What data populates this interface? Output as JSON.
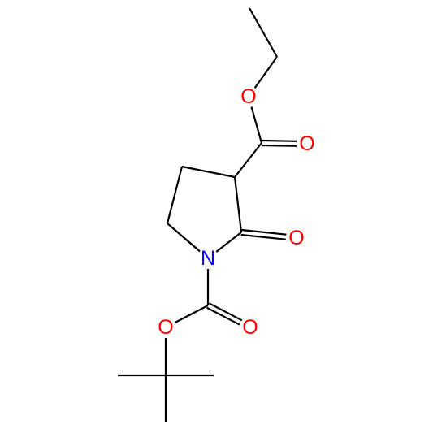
{
  "molecule": {
    "atoms": [
      {
        "id": "ethyl_ch3",
        "element": "C",
        "label": ""
      },
      {
        "id": "ethyl_ch2",
        "element": "C",
        "label": ""
      },
      {
        "id": "ester_o",
        "element": "O",
        "label": "O"
      },
      {
        "id": "ester_c",
        "element": "C",
        "label": ""
      },
      {
        "id": "ester_carbonyl_o",
        "element": "O",
        "label": "O"
      },
      {
        "id": "ring_c3",
        "element": "C",
        "label": ""
      },
      {
        "id": "ring_c4",
        "element": "C",
        "label": ""
      },
      {
        "id": "ring_c5",
        "element": "C",
        "label": ""
      },
      {
        "id": "ring_n",
        "element": "N",
        "label": "N"
      },
      {
        "id": "ring_c2",
        "element": "C",
        "label": ""
      },
      {
        "id": "lactam_o",
        "element": "O",
        "label": "O"
      },
      {
        "id": "boc_c",
        "element": "C",
        "label": ""
      },
      {
        "id": "boc_carbonyl_o",
        "element": "O",
        "label": "O"
      },
      {
        "id": "boc_o",
        "element": "O",
        "label": "O"
      },
      {
        "id": "tbu_c",
        "element": "C",
        "label": ""
      },
      {
        "id": "tbu_me1",
        "element": "C",
        "label": ""
      },
      {
        "id": "tbu_me2",
        "element": "C",
        "label": ""
      },
      {
        "id": "tbu_me3",
        "element": "C",
        "label": ""
      }
    ],
    "bonds": [
      {
        "from": "ethyl_ch3",
        "to": "ethyl_ch2",
        "order": 1
      },
      {
        "from": "ethyl_ch2",
        "to": "ester_o",
        "order": 1
      },
      {
        "from": "ester_o",
        "to": "ester_c",
        "order": 1
      },
      {
        "from": "ester_c",
        "to": "ester_carbonyl_o",
        "order": 2
      },
      {
        "from": "ester_c",
        "to": "ring_c3",
        "order": 1
      },
      {
        "from": "ring_c3",
        "to": "ring_c4",
        "order": 1
      },
      {
        "from": "ring_c4",
        "to": "ring_c5",
        "order": 1
      },
      {
        "from": "ring_c5",
        "to": "ring_n",
        "order": 1
      },
      {
        "from": "ring_n",
        "to": "ring_c2",
        "order": 1
      },
      {
        "from": "ring_c2",
        "to": "ring_c3",
        "order": 1
      },
      {
        "from": "ring_c2",
        "to": "lactam_o",
        "order": 2
      },
      {
        "from": "ring_n",
        "to": "boc_c",
        "order": 1
      },
      {
        "from": "boc_c",
        "to": "boc_carbonyl_o",
        "order": 2
      },
      {
        "from": "boc_c",
        "to": "boc_o",
        "order": 1
      },
      {
        "from": "boc_o",
        "to": "tbu_c",
        "order": 1
      },
      {
        "from": "tbu_c",
        "to": "tbu_me1",
        "order": 1
      },
      {
        "from": "tbu_c",
        "to": "tbu_me2",
        "order": 1
      },
      {
        "from": "tbu_c",
        "to": "tbu_me3",
        "order": 1
      }
    ]
  },
  "colors": {
    "O": "#ff0000",
    "N": "#0000ff",
    "bond": "#000000",
    "background": "#ffffff"
  }
}
